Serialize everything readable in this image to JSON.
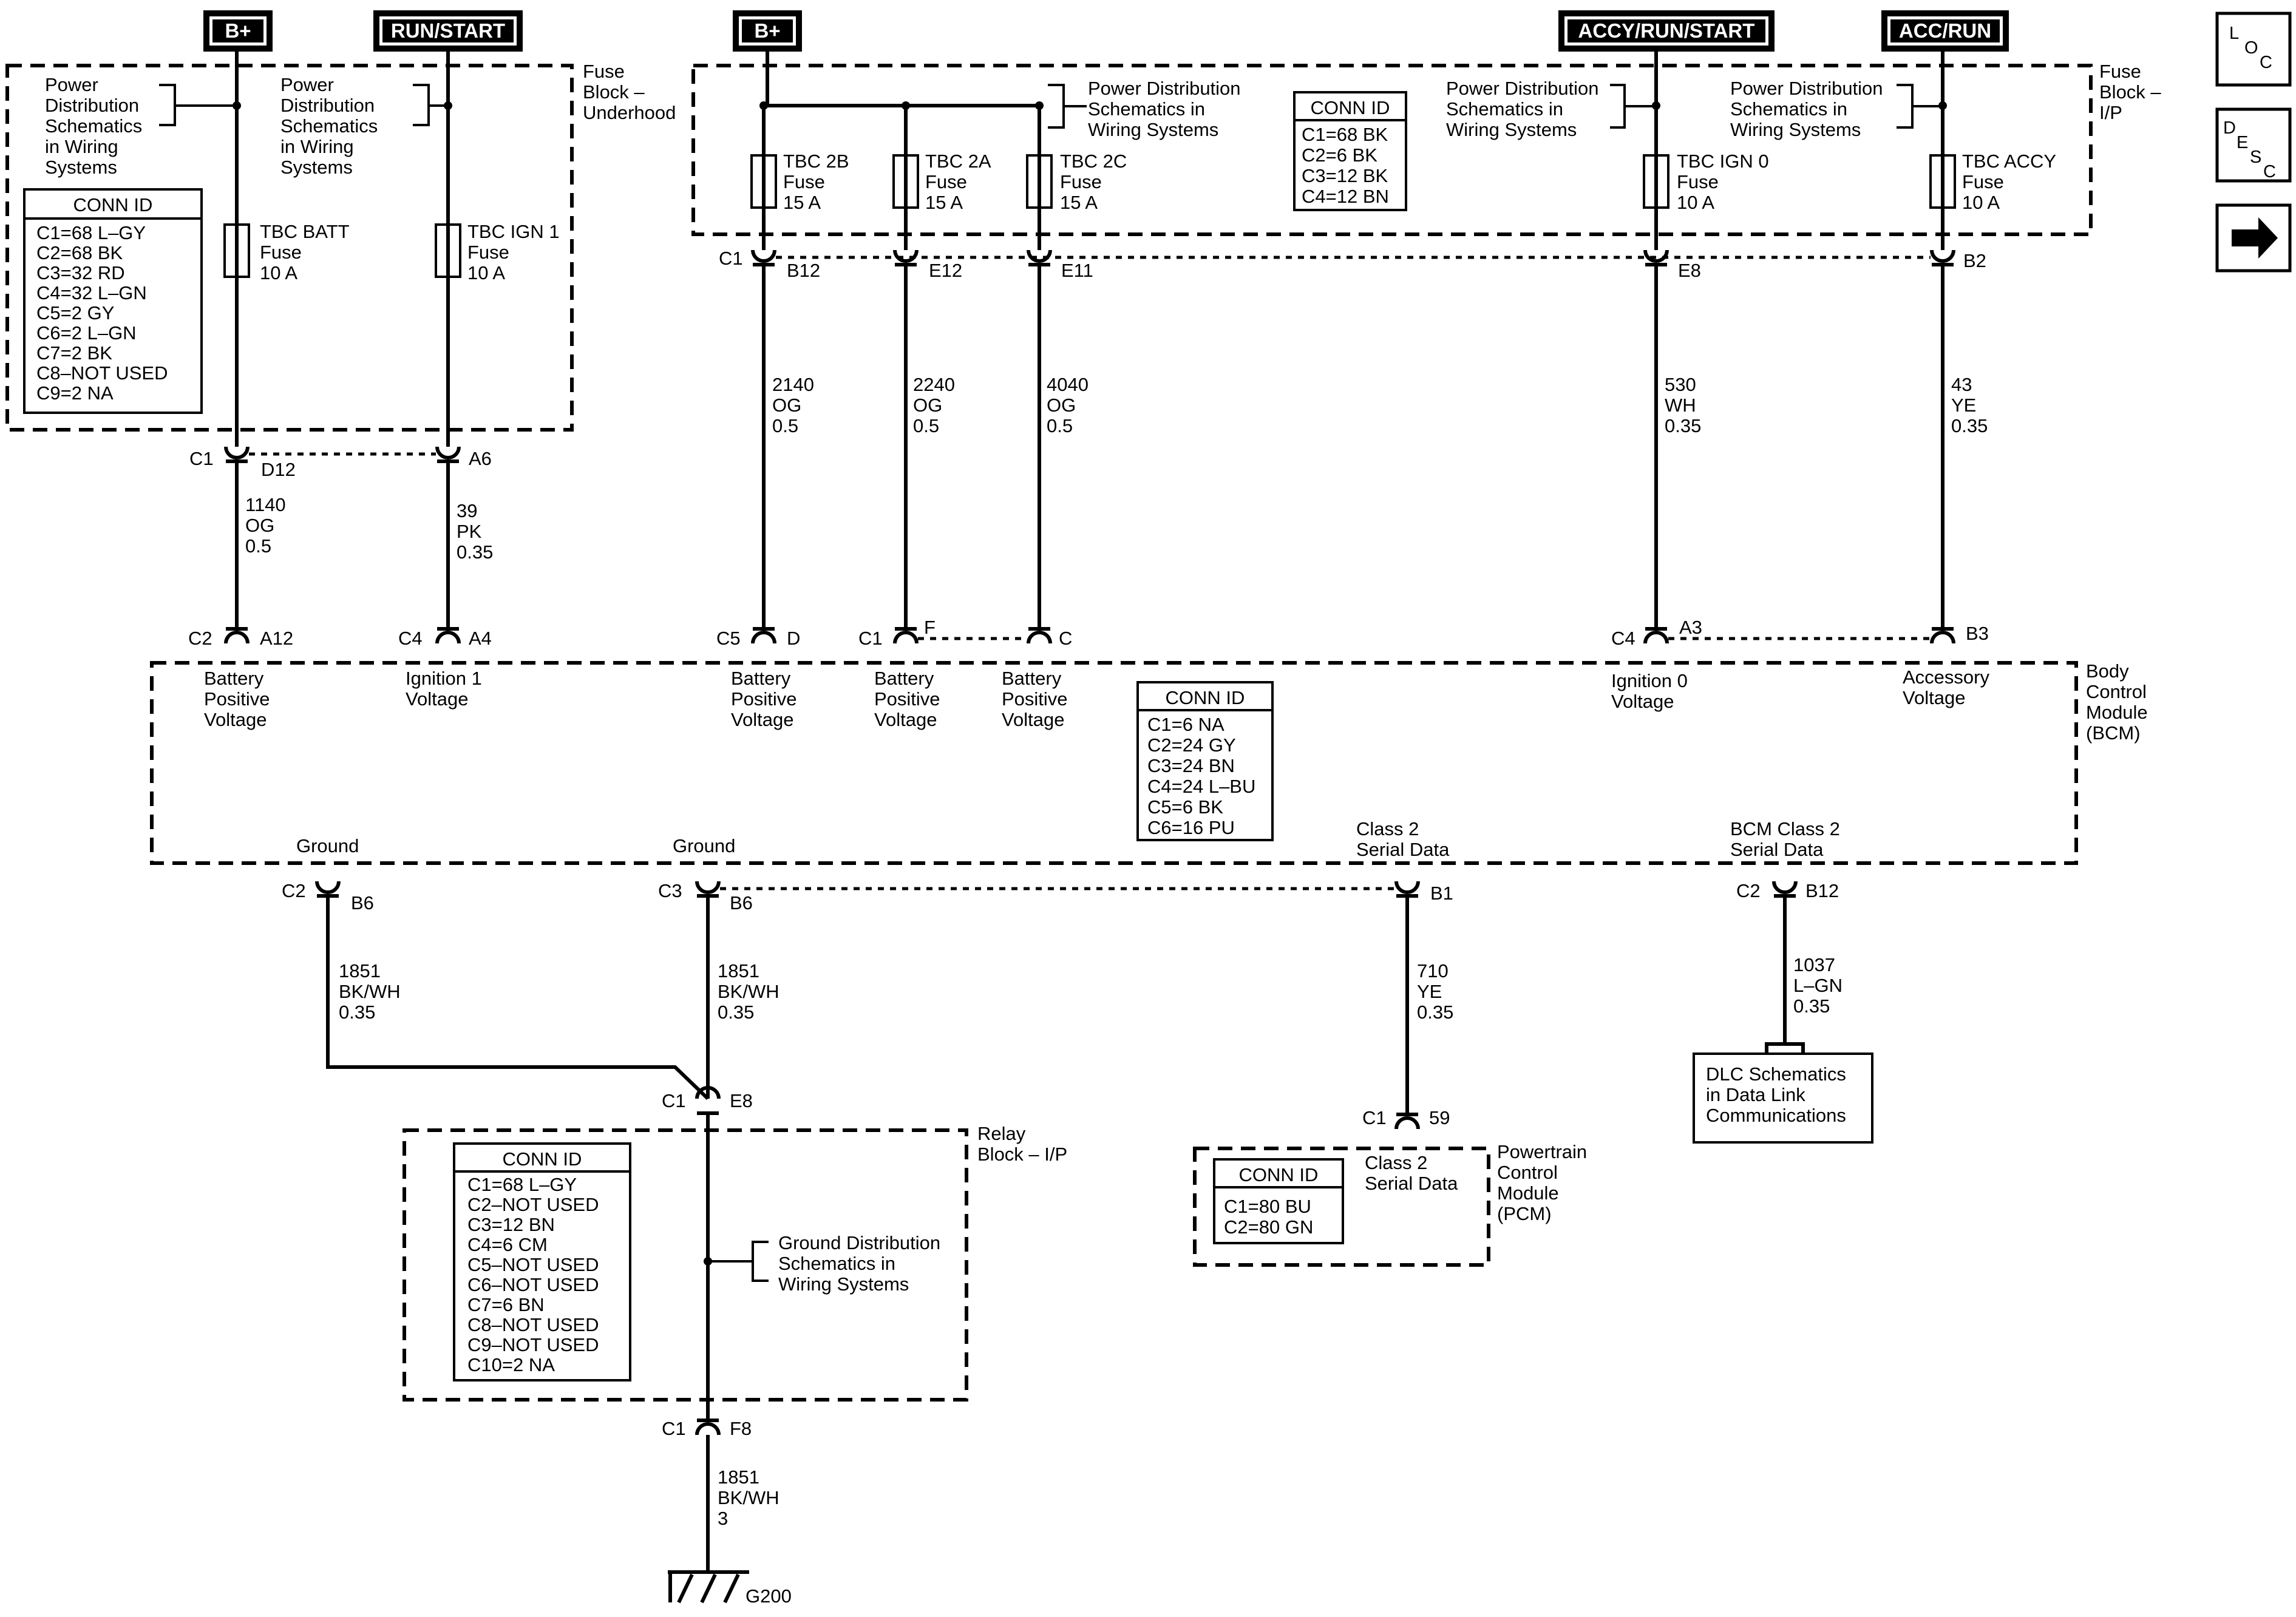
{
  "sources": {
    "b_plus_left": "B+",
    "run_start": "RUN/START",
    "b_plus_right": "B+",
    "accy_run_start": "ACCY/RUN/START",
    "acc_run": "ACC/RUN"
  },
  "nav": {
    "loc": [
      "L",
      "O",
      "C"
    ],
    "desc": [
      "D",
      "E",
      "S",
      "C"
    ]
  },
  "fuse_block_underhood": {
    "title": [
      "Fuse",
      "Block –",
      "Underhood"
    ],
    "pd_ref_1": [
      "Power",
      "Distribution",
      "Schematics",
      "in Wiring",
      "Systems"
    ],
    "pd_ref_2": [
      "Power",
      "Distribution",
      "Schematics",
      "in Wiring",
      "Systems"
    ],
    "conn_id_title": "CONN ID",
    "conn_id": [
      "C1=68 L–GY",
      "C2=68 BK",
      "C3=32 RD",
      "C4=32 L–GN",
      "C5=2 GY",
      "C6=2 L–GN",
      "C7=2 BK",
      "C8–NOT USED",
      "C9=2 NA"
    ],
    "fuse_batt": [
      "TBC BATT",
      "Fuse",
      "10 A"
    ],
    "fuse_ign1": [
      "TBC IGN 1",
      "Fuse",
      "10 A"
    ]
  },
  "fuse_block_ip": {
    "title": [
      "Fuse",
      "Block –",
      "I/P"
    ],
    "pd_ref_1": [
      "Power Distribution",
      "Schematics in",
      "Wiring Systems"
    ],
    "pd_ref_2": [
      "Power Distribution",
      "Schematics in",
      "Wiring Systems"
    ],
    "pd_ref_3": [
      "Power Distribution",
      "Schematics in",
      "Wiring Systems"
    ],
    "conn_id_title": "CONN ID",
    "conn_id": [
      "C1=68 BK",
      "C2=6 BK",
      "C3=12 BK",
      "C4=12 BN"
    ],
    "fuse_2b": [
      "TBC 2B",
      "Fuse",
      "15 A"
    ],
    "fuse_2a": [
      "TBC 2A",
      "Fuse",
      "15 A"
    ],
    "fuse_2c": [
      "TBC 2C",
      "Fuse",
      "15 A"
    ],
    "fuse_ign0": [
      "TBC IGN 0",
      "Fuse",
      "10 A"
    ],
    "fuse_accy": [
      "TBC ACCY",
      "Fuse",
      "10 A"
    ]
  },
  "connectors": {
    "c1_d12": [
      "C1",
      "D12"
    ],
    "a6": "A6",
    "c1_b12": [
      "C1",
      "B12"
    ],
    "e12": "E12",
    "e11": "E11",
    "e8_top": "E8",
    "b2_top": "B2",
    "c2_a12": [
      "C2",
      "A12"
    ],
    "c4_a4": [
      "C4",
      "A4"
    ],
    "c5_d": [
      "C5",
      "D"
    ],
    "c1_f": [
      "C1",
      "F"
    ],
    "c_bcm": "C",
    "c4_a3": [
      "C4",
      "A3"
    ],
    "b3": "B3",
    "c2_b6": [
      "C2",
      "B6"
    ],
    "c3_b6": [
      "C3",
      "B6"
    ],
    "b1": "B1",
    "c2_b12": [
      "C2",
      "B12"
    ],
    "c1_e8": [
      "C1",
      "E8"
    ],
    "c1_59": [
      "C1",
      "59"
    ],
    "c1_f8": [
      "C1",
      "F8"
    ]
  },
  "wires": {
    "w1140": [
      "1140",
      "OG",
      "0.5"
    ],
    "w39": [
      "39",
      "PK",
      "0.35"
    ],
    "w2140": [
      "2140",
      "OG",
      "0.5"
    ],
    "w2240": [
      "2240",
      "OG",
      "0.5"
    ],
    "w4040": [
      "4040",
      "OG",
      "0.5"
    ],
    "w530": [
      "530",
      "WH",
      "0.35"
    ],
    "w43": [
      "43",
      "YE",
      "0.35"
    ],
    "w1851a": [
      "1851",
      "BK/WH",
      "0.35"
    ],
    "w1851b": [
      "1851",
      "BK/WH",
      "0.35"
    ],
    "w710": [
      "710",
      "YE",
      "0.35"
    ],
    "w1037": [
      "1037",
      "L–GN",
      "0.35"
    ],
    "w1851c": [
      "1851",
      "BK/WH",
      "3"
    ]
  },
  "bcm": {
    "title": [
      "Body",
      "Control",
      "Module",
      "(BCM)"
    ],
    "pin_bpv_1": [
      "Battery",
      "Positive",
      "Voltage"
    ],
    "pin_ign1": [
      "Ignition 1",
      "Voltage"
    ],
    "pin_bpv_2": [
      "Battery",
      "Positive",
      "Voltage"
    ],
    "pin_bpv_3": [
      "Battery",
      "Positive",
      "Voltage"
    ],
    "pin_bpv_4": [
      "Battery",
      "Positive",
      "Voltage"
    ],
    "pin_ign0": [
      "Ignition 0",
      "Voltage"
    ],
    "pin_accy": [
      "Accessory",
      "Voltage"
    ],
    "conn_id_title": "CONN ID",
    "conn_id": [
      "C1=6 NA",
      "C2=24 GY",
      "C3=24 BN",
      "C4=24 L–BU",
      "C5=6 BK",
      "C6=16 PU"
    ],
    "ground_1": "Ground",
    "ground_2": "Ground",
    "class2": [
      "Class 2",
      "Serial Data"
    ],
    "bcm_class2": [
      "BCM Class 2",
      "Serial Data"
    ]
  },
  "relay_block": {
    "title": [
      "Relay",
      "Block – I/P"
    ],
    "conn_id_title": "CONN ID",
    "conn_id": [
      "C1=68 L–GY",
      "C2–NOT USED",
      "C3=12 BN",
      "C4=6 CM",
      "C5–NOT USED",
      "C6–NOT USED",
      "C7=6 BN",
      "C8–NOT USED",
      "C9–NOT USED",
      "C10=2 NA"
    ],
    "gd_ref": [
      "Ground Distribution",
      "Schematics in",
      "Wiring Systems"
    ]
  },
  "pcm": {
    "title": [
      "Powertrain",
      "Control",
      "Module",
      "(PCM)"
    ],
    "pin": [
      "Class 2",
      "Serial Data"
    ],
    "conn_id_title": "CONN ID",
    "conn_id": [
      "C1=80 BU",
      "C2=80 GN"
    ]
  },
  "dlc": {
    "ref": [
      "DLC Schematics",
      "in Data Link",
      "Communications"
    ]
  },
  "ground": "G200"
}
